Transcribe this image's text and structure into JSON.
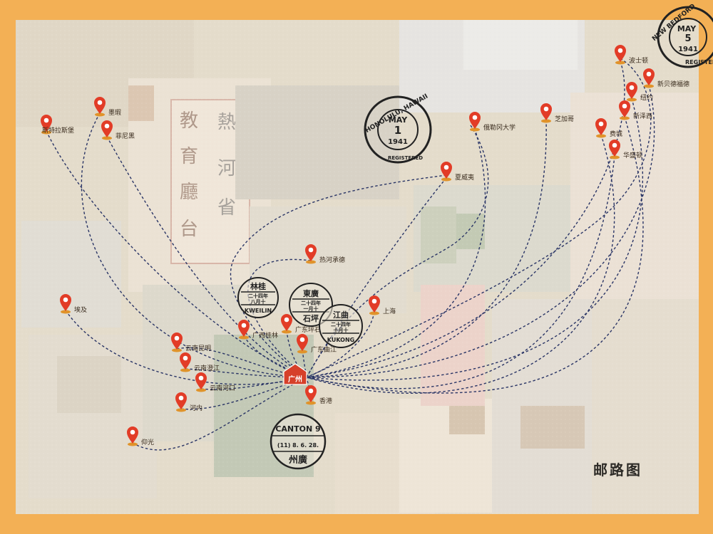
{
  "map": {
    "title": "邮路图",
    "hub": {
      "label": "广州"
    },
    "destinations": [
      {
        "id": "boston",
        "label": "波士顿"
      },
      {
        "id": "new-bedford",
        "label": "新贝德福德"
      },
      {
        "id": "new-york",
        "label": "纽约"
      },
      {
        "id": "new-jersey",
        "label": "新泽西"
      },
      {
        "id": "philadelphia",
        "label": "费城"
      },
      {
        "id": "washington",
        "label": "华盛顿"
      },
      {
        "id": "chicago",
        "label": "芝加哥"
      },
      {
        "id": "oregon-univ",
        "label": "俄勒冈大学"
      },
      {
        "id": "hawaii",
        "label": "夏威夷"
      },
      {
        "id": "mexico",
        "label": "墨瑕"
      },
      {
        "id": "manila",
        "label": "菲尼黑"
      },
      {
        "id": "stuttgart",
        "label": "斯特拉斯堡"
      },
      {
        "id": "india",
        "label": "埃及"
      },
      {
        "id": "rehe-chengde",
        "label": "热河承德"
      },
      {
        "id": "shanghai",
        "label": "上海"
      },
      {
        "id": "guangxi-guilin",
        "label": "广西桂林"
      },
      {
        "id": "guangdong-pingshi",
        "label": "广东坪石"
      },
      {
        "id": "guangdong-qujiang",
        "label": "广东曲江"
      },
      {
        "id": "hongkong",
        "label": "香港"
      },
      {
        "id": "yunnan-kunming",
        "label": "云南昆明"
      },
      {
        "id": "yunnan-chengjiang",
        "label": "云南澄江"
      },
      {
        "id": "yunnan-hekou",
        "label": "云南河口"
      },
      {
        "id": "hanoi",
        "label": "河内"
      },
      {
        "id": "yangon",
        "label": "仰光"
      }
    ],
    "postmarks": {
      "new_bedford": {
        "city": "NEW BEDFORD",
        "month": "MAY",
        "day": "5",
        "year": "1941",
        "note": "REGISTERED"
      },
      "honolulu": {
        "city": "HONOLULU, HAWAII",
        "month": "MAY",
        "day": "1",
        "year": "1941",
        "note": "REGISTERED"
      },
      "kweilin": {
        "top": "林桂",
        "line1": "二十四年",
        "line2": "八月十",
        "bottom": "KWEILIN"
      },
      "kwangtung": {
        "top": "東廣",
        "line1": "二十四年",
        "line2": "一月十",
        "bottom": "石坪"
      },
      "kukong": {
        "top": "江曲",
        "line1": "二十四年",
        "line2": "十月十",
        "bottom": "KUKONG"
      },
      "canton": {
        "top": "CANTON 9",
        "middle": "(11) 8. 6. 28.",
        "bottom": "州廣"
      }
    },
    "colors": {
      "frame": "#f3b055",
      "route": "#2a3566",
      "pin": "#e23c27",
      "hub": "#d6402a"
    }
  }
}
